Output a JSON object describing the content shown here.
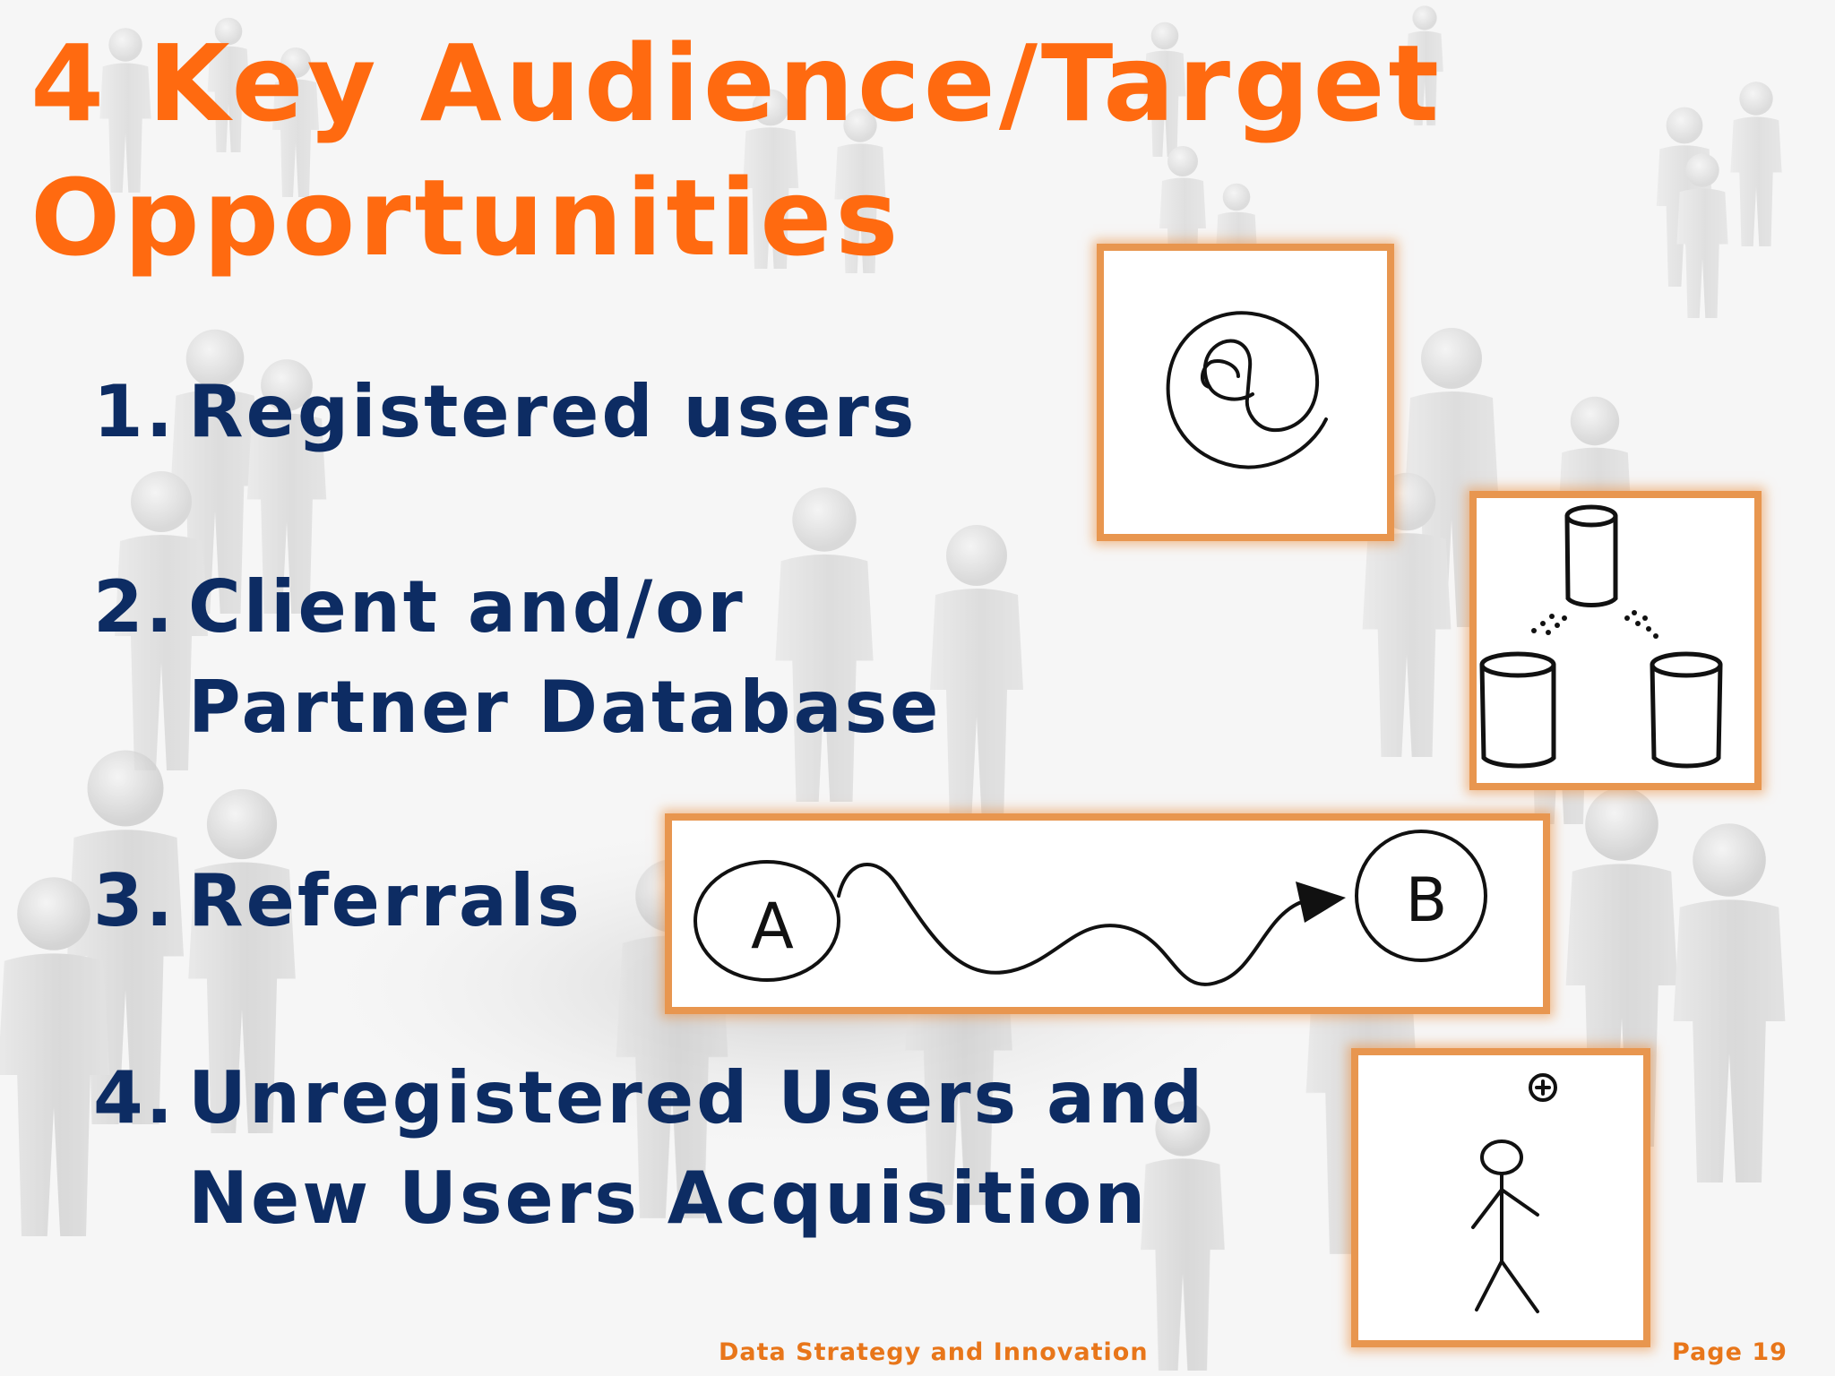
{
  "title": {
    "line1": "4 Key Audience/Target",
    "line2": "Opportunities"
  },
  "items": [
    {
      "number": "1.",
      "lines": [
        "Registered users"
      ]
    },
    {
      "number": "2.",
      "lines": [
        "Client and/or",
        "Partner Database"
      ]
    },
    {
      "number": "3.",
      "lines": [
        "Referrals"
      ]
    },
    {
      "number": "4.",
      "lines": [
        "Unregistered Users and",
        "New Users Acquisition"
      ]
    }
  ],
  "illustrations": {
    "referral_left_label": "A",
    "referral_right_label": "B"
  },
  "footer": {
    "center_text": "Data Strategy and Innovation",
    "page_label": "Page 19"
  },
  "colors": {
    "title": "#ff6a10",
    "list_text": "#0d2c63",
    "frame_border": "#e8964f",
    "footer": "#e8761a"
  },
  "icons": [
    "at-sign-icon",
    "database-network-icon",
    "a-to-b-path-icon",
    "stick-figure-plus-icon"
  ]
}
